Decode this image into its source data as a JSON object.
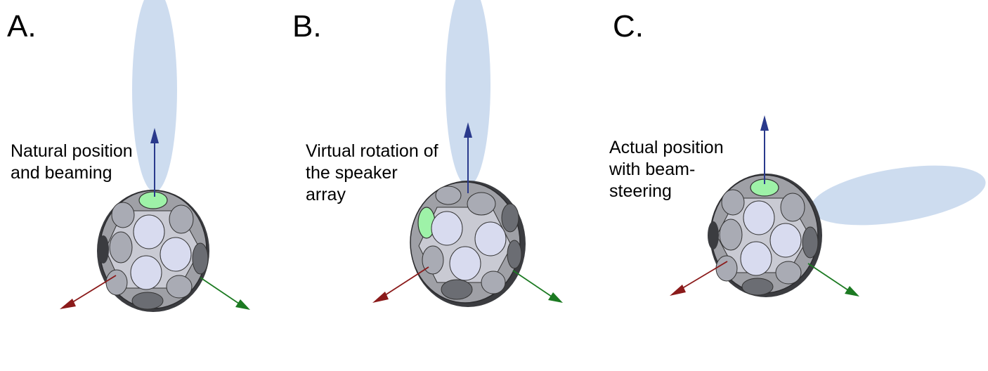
{
  "panels": [
    {
      "letter": "A.",
      "caption": "Natural position\nand beaming"
    },
    {
      "letter": "B.",
      "caption": "Virtual rotation of\nthe speaker\narray"
    },
    {
      "letter": "C.",
      "caption": "Actual position\nwith beam-\nsteering"
    }
  ],
  "colors": {
    "beam": "#cddcef",
    "active_speaker": "#9ef2a8",
    "speaker_light": "#d8dbef",
    "speaker_mid": "#a9abb4",
    "speaker_dark": "#6b6d73",
    "body_face": "#9fa0a6",
    "body_dark": "#3b3c40",
    "axis_up": "#2a3a8c",
    "axis_x": "#8b1a1a",
    "axis_y": "#1c7a22"
  }
}
